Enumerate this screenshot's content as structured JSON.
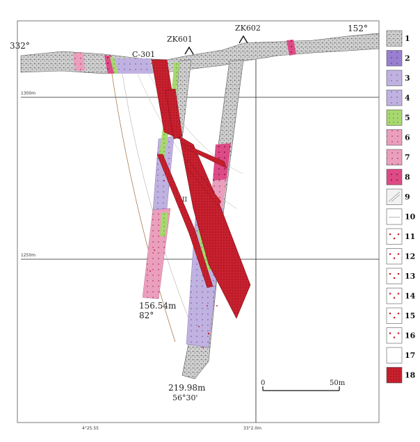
{
  "labels": {
    "azimuth_left": "332°",
    "azimuth_right": "152°",
    "section_line": "C-301",
    "hole1": "ZK601",
    "hole2": "ZK602",
    "elev_upper": "1300m",
    "elev_lower": "1250m",
    "depth1": "156.54m",
    "dip1": "82°",
    "depth2": "219.98m",
    "dip2": "56°30'",
    "scale_zero": "0",
    "scale_end": "50m",
    "bottom_left": "4°25.55",
    "bottom_right": "33°2.0m",
    "ore_mark": "II"
  },
  "legend": [
    {
      "num": "1"
    },
    {
      "num": "2"
    },
    {
      "num": "3"
    },
    {
      "num": "4"
    },
    {
      "num": "5"
    },
    {
      "num": "6"
    },
    {
      "num": "7"
    },
    {
      "num": "8"
    },
    {
      "num": "9"
    },
    {
      "num": "10"
    },
    {
      "num": "11"
    },
    {
      "num": "12"
    },
    {
      "num": "13"
    },
    {
      "num": "14"
    },
    {
      "num": "15"
    },
    {
      "num": "16"
    },
    {
      "num": "17"
    },
    {
      "num": "18"
    }
  ],
  "colors": {
    "ore_red": "#c8202e",
    "violet": "#b6a6d8",
    "violet_dark": "#8f6cc8",
    "green": "#9ed36a",
    "pink": "#e79ab6",
    "magenta": "#d8377a",
    "gray_rock": "#c9c9c9"
  }
}
